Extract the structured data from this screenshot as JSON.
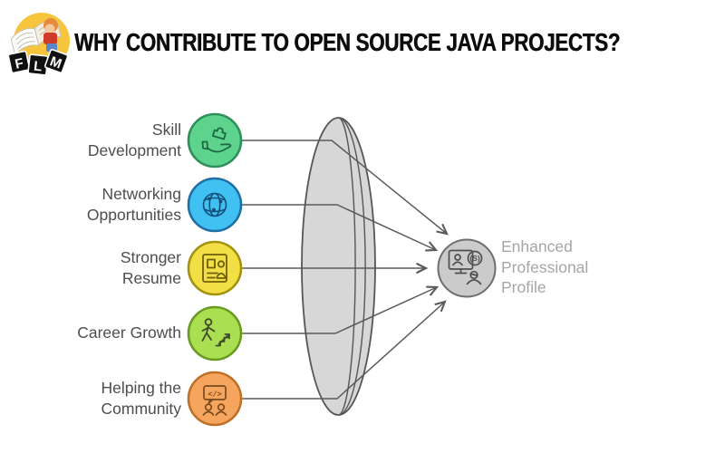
{
  "header": {
    "logo_letters": [
      "F",
      "L",
      "M"
    ],
    "title": "WHY CONTRIBUTE TO OPEN SOURCE JAVA PROJECTS?"
  },
  "diagram": {
    "items": [
      {
        "label": "Skill Development",
        "line1": "Skill",
        "line2": "Development",
        "fill": "#5ed38e",
        "stroke": "#2e8f5a",
        "icon": "hand-puzzle"
      },
      {
        "label": "Networking Opportunities",
        "line1": "Networking",
        "line2": "Opportunities",
        "fill": "#40c1f1",
        "stroke": "#1f6fa5",
        "icon": "globe-network"
      },
      {
        "label": "Stronger Resume",
        "line1": "Stronger",
        "line2": "Resume",
        "fill": "#f2df45",
        "stroke": "#a3920e",
        "icon": "resume-person"
      },
      {
        "label": "Career Growth",
        "line1": "Career Growth",
        "line2": "",
        "fill": "#abdf52",
        "stroke": "#699b21",
        "icon": "career-stairs"
      },
      {
        "label": "Helping the Community",
        "line1": "Helping the",
        "line2": "Community",
        "fill": "#f5a55e",
        "stroke": "#bf6f26",
        "icon": "community-chat"
      }
    ],
    "result": {
      "label": "Enhanced Professional Profile",
      "line1": "Enhanced",
      "line2": "Professional",
      "line3": "Profile",
      "fill": "#cbcbcb",
      "stroke": "#6e6e6e",
      "coin_text": "(S)",
      "icon": "profile-growth"
    },
    "community_bubble_text": "</>",
    "lens": {
      "fill": "#d7d7d7",
      "stroke": "#565656"
    },
    "connector_color": "#5a5a5a"
  }
}
